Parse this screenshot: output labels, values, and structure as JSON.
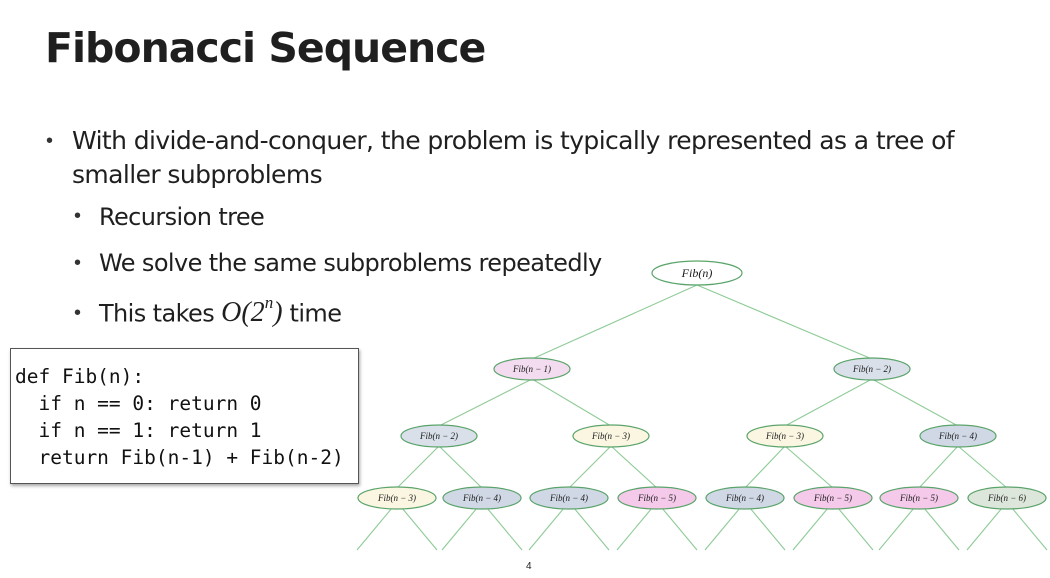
{
  "slide": {
    "title": "Fibonacci Sequence",
    "bullets": {
      "main": "With divide-and-conquer, the problem is typically represented as a tree of smaller subproblems",
      "sub1": "Recursion tree",
      "sub2": "We solve the same subproblems repeatedly",
      "sub3_prefix": "This takes ",
      "sub3_math_base": "O(2",
      "sub3_math_exp": "n",
      "sub3_math_close": ")",
      "sub3_suffix": " time"
    },
    "bullet_symbol": "•",
    "code_lines": [
      "def Fib(n):",
      "  if n == 0: return 0",
      "  if n == 1: return 1",
      "  return Fib(n-1) + Fib(n-2)"
    ],
    "page_number": "4"
  },
  "tree": {
    "root": "Fib(n)",
    "level1": [
      "Fib(n − 1)",
      "Fib(n − 2)"
    ],
    "level2": [
      "Fib(n − 2)",
      "Fib(n − 3)",
      "Fib(n − 3)",
      "Fib(n − 4)"
    ],
    "level3": [
      "Fib(n − 3)",
      "Fib(n − 4)",
      "Fib(n − 4)",
      "Fib(n − 5)",
      "Fib(n − 4)",
      "Fib(n − 5)",
      "Fib(n − 5)",
      "Fib(n − 6)"
    ]
  },
  "colors": {
    "edge": "#8ecb96",
    "node_stroke": "#5aa46a",
    "n1": "#f3dcf0",
    "n2": "#d9e0ea",
    "n3": "#fbf6e2",
    "n4": "#d0d8e6",
    "n5": "#f4c9ea",
    "n6": "#dde6da",
    "n0": "#ffffff"
  }
}
